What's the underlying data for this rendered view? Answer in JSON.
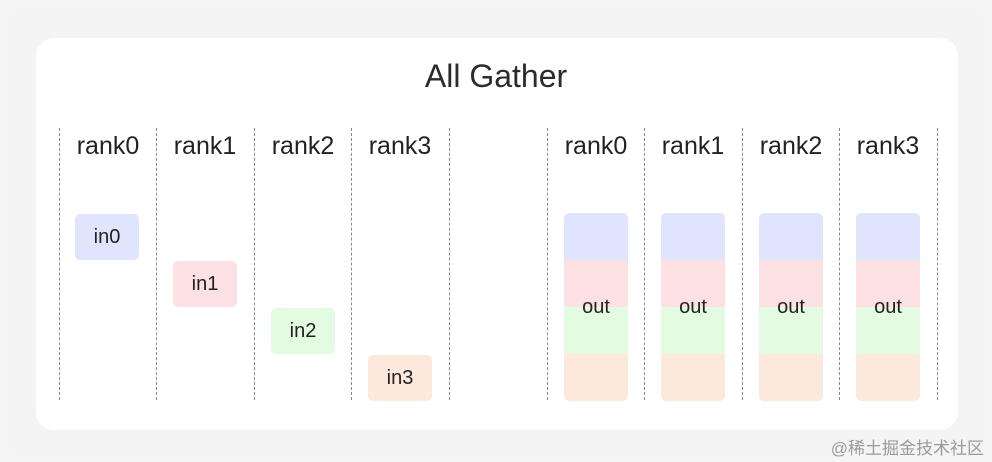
{
  "title": "All Gather",
  "ranks": [
    "rank0",
    "rank1",
    "rank2",
    "rank3"
  ],
  "inputs": [
    {
      "label": "in0",
      "color": "#dfe5fd"
    },
    {
      "label": "in1",
      "color": "#fde0e3"
    },
    {
      "label": "in2",
      "color": "#e3fbe0"
    },
    {
      "label": "in3",
      "color": "#fde8dc"
    }
  ],
  "output_label": "out",
  "output_segment_colors": [
    "#dfe5fd",
    "#fde0e3",
    "#e3fbe0",
    "#fde8dc"
  ],
  "watermark": "@稀土掘金技术社区"
}
